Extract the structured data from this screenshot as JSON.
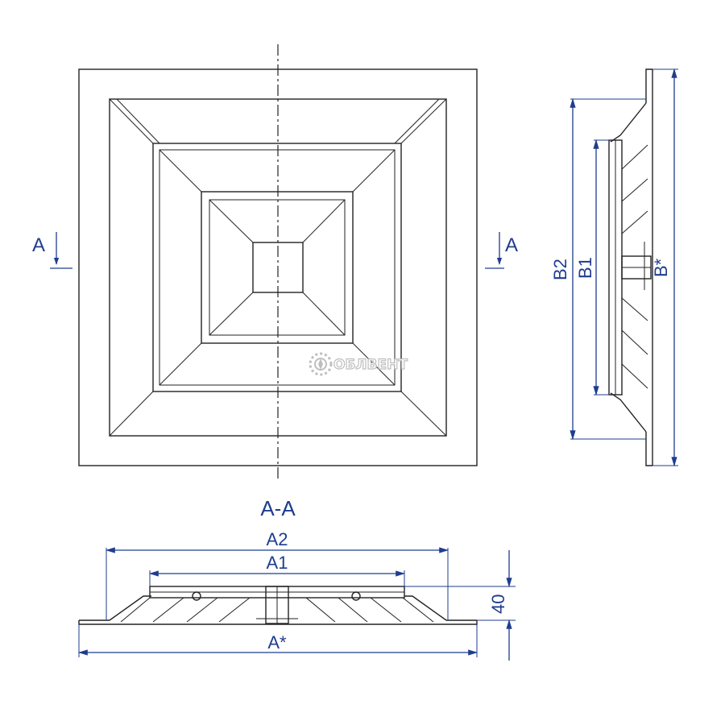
{
  "colors": {
    "dimension": "#1f3d8f",
    "outline": "#222222",
    "watermark": "#b8b8b8"
  },
  "section_marker": {
    "left_letter": "A",
    "right_letter": "A",
    "section_title": "A-A"
  },
  "dimensions": {
    "a2": "A2",
    "a1": "A1",
    "a_star": "A*",
    "height": "40",
    "b2": "B2",
    "b1": "B1",
    "b_star": "B*"
  },
  "watermark": {
    "brand": "ОБЛВЕНТ",
    "icon": "gear-fan-icon"
  }
}
